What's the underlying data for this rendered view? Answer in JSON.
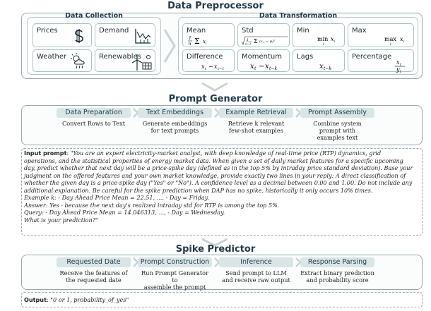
{
  "preprocessor": {
    "title": "Data Preprocessor",
    "collection": {
      "title": "Data Collection",
      "items": [
        "Prices",
        "Demand",
        "Weather",
        "Renewables"
      ]
    },
    "transformation": {
      "title": "Data Transformation",
      "items": [
        "Mean",
        "Std",
        "Min",
        "Max",
        "Difference",
        "Momentum",
        "Lags",
        "Percentage"
      ]
    }
  },
  "prompt_generator": {
    "title": "Prompt Generator",
    "steps": [
      {
        "head": "Data Preparation",
        "desc": [
          "Convert Rows to Text"
        ]
      },
      {
        "head": "Text Embeddings",
        "desc": [
          "Generate embeddings",
          "for text prompts"
        ]
      },
      {
        "head": "Example Retrieval",
        "desc": [
          "Retrieve k relevant",
          "few-shot examples"
        ]
      },
      {
        "head": "Prompt Assembly",
        "desc": [
          "Combine system",
          "prompt with",
          "examples text"
        ]
      }
    ],
    "input_label": "Input prompt",
    "input_lines": [
      "\"You are an expert electricity-market analyst, with deep knowledge of real-time price (RTP) dynamics, grid",
      "operations, and the statistical properties of energy market data. When given a set of daily market features for a specific upcoming",
      "day, predict whether that next day will be a price-spike day (defined as in the top 5% by intraday price standard deviation). Base your",
      "judgment on the offered features and your own market knowledge, provide exactly two lines in your reply: A direct classification of",
      "whether the given day is a price-spike day (\"Yes\" or \"No\"). A confidence level as a decimal between 0.00 and 1.00. Do not include any",
      "additional explanation. Be careful for the spike prediction when DAP has no spike, historically it only occurs 10% times.",
      "Example k: - Day Ahead Price Mean = 22.51, ..., - Day = Friday.",
      "Answer: Yes - because the next day's realized intraday std for RTP is among the top 5%.",
      "Query: - Day Ahead Price Mean = 14.046313, ..., - Day = Wednesday.",
      "What is your prediction?\""
    ]
  },
  "spike_predictor": {
    "title": "Spike Predictor",
    "steps": [
      {
        "head": "Requested Date",
        "desc": [
          "Receive the features of",
          "the requested date"
        ]
      },
      {
        "head": "Prompt Construction",
        "desc": [
          "Run Prompt Generator to",
          "assemble the prompt"
        ]
      },
      {
        "head": "Inference",
        "desc": [
          "Send prompt to LLM",
          "and receive raw output"
        ]
      },
      {
        "head": "Response Parsing",
        "desc": [
          "Extract binary prediction",
          "and probability score"
        ]
      }
    ],
    "output_label": "Output",
    "output_text": "\"0 or 1, probability_of_yes\""
  },
  "colors": {
    "accent_fill": "#d8e6e6",
    "border": "#9aa7ae",
    "title": "#1f3a4a"
  }
}
